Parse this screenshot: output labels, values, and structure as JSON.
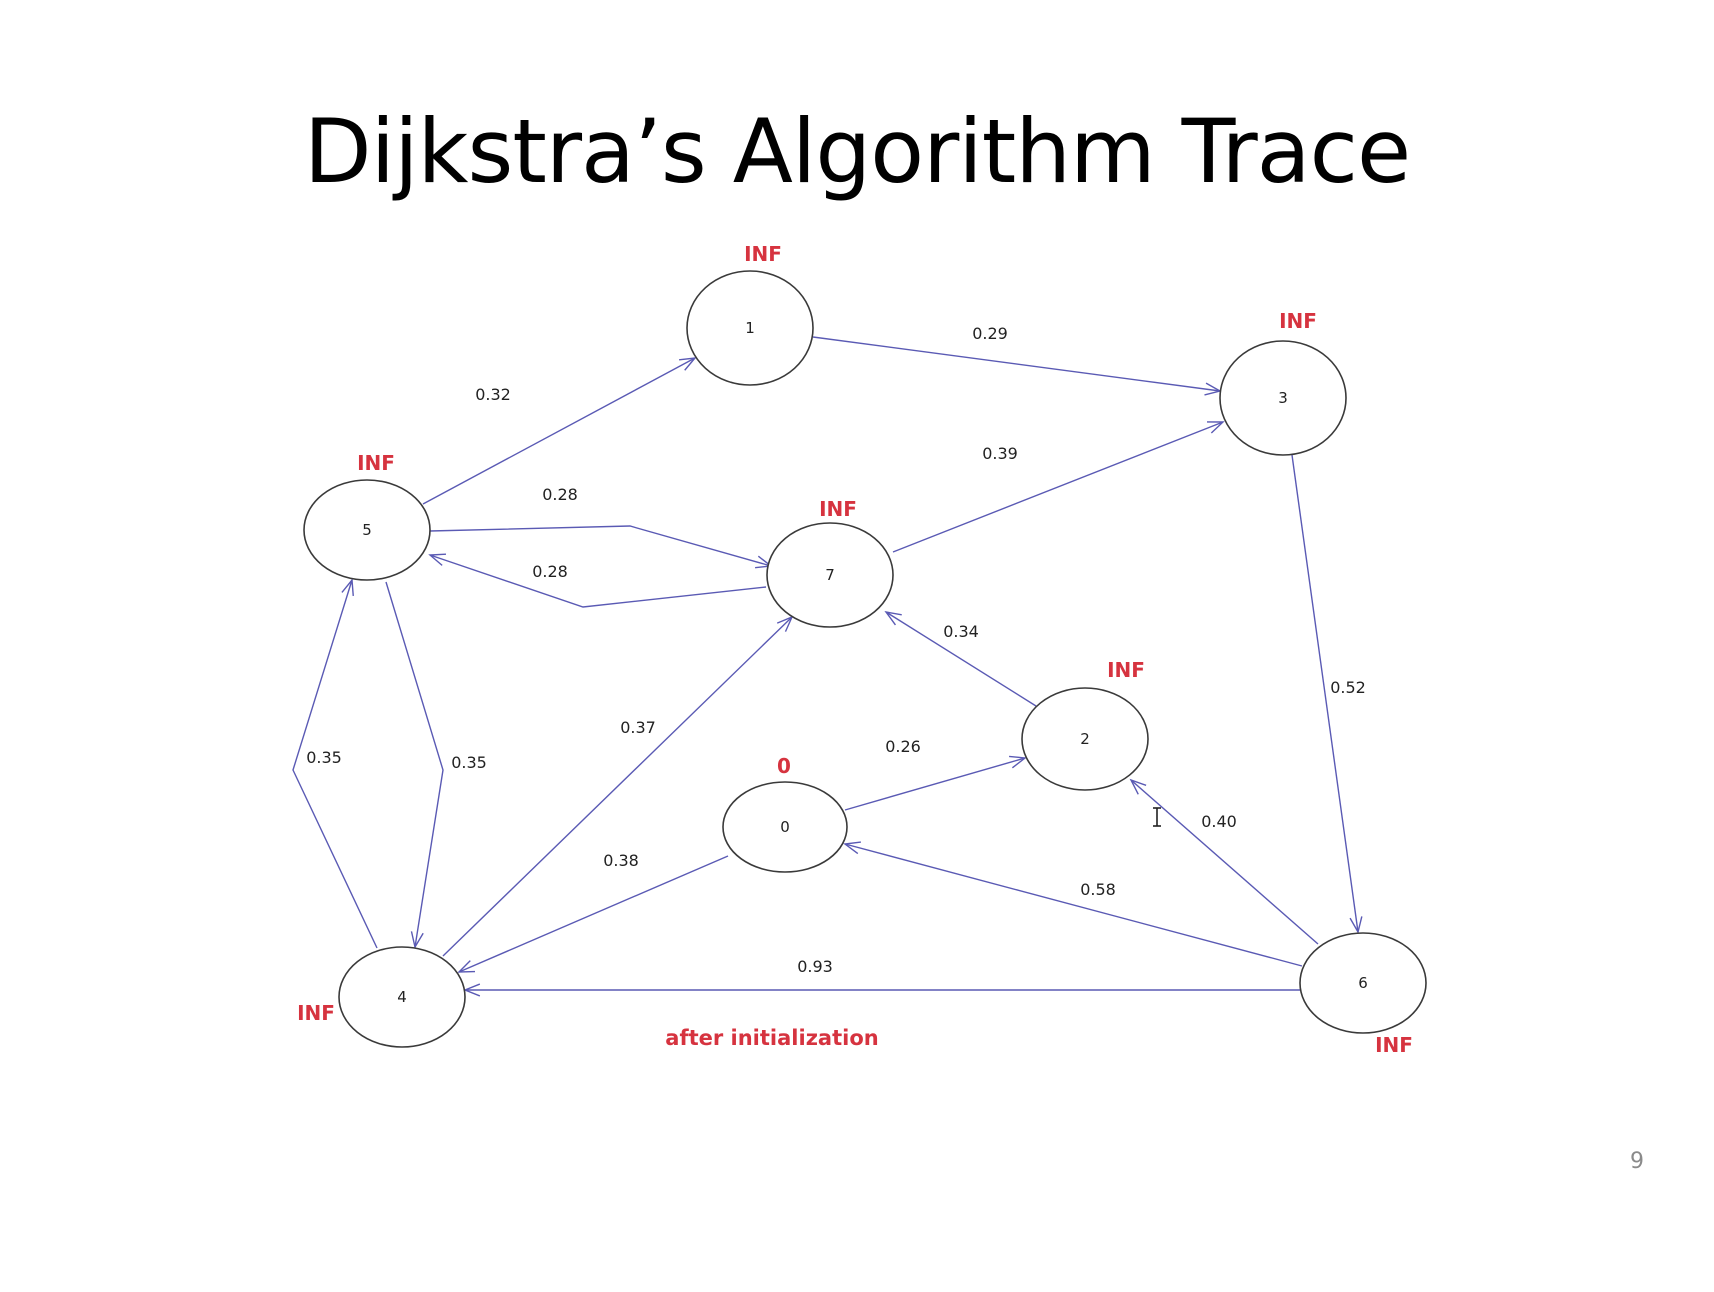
{
  "slide": {
    "title": "Dijkstra’s Algorithm Trace",
    "caption": "after initialization",
    "page_number": "9"
  },
  "colors": {
    "edge": "#5a5ab4",
    "node_stroke": "#3a3a3a",
    "distance_label": "#d6333f",
    "text": "#222222"
  },
  "graph": {
    "nodes": [
      {
        "id": "0",
        "label": "0",
        "distance": "0"
      },
      {
        "id": "1",
        "label": "1",
        "distance": "INF"
      },
      {
        "id": "2",
        "label": "2",
        "distance": "INF"
      },
      {
        "id": "3",
        "label": "3",
        "distance": "INF"
      },
      {
        "id": "4",
        "label": "4",
        "distance": "INF"
      },
      {
        "id": "5",
        "label": "5",
        "distance": "INF"
      },
      {
        "id": "6",
        "label": "6",
        "distance": "INF"
      },
      {
        "id": "7",
        "label": "7",
        "distance": "INF"
      }
    ],
    "edges": [
      {
        "id": "5-1",
        "from": "5",
        "to": "1",
        "weight": "0.32"
      },
      {
        "id": "1-3",
        "from": "1",
        "to": "3",
        "weight": "0.29"
      },
      {
        "id": "7-3",
        "from": "7",
        "to": "3",
        "weight": "0.39"
      },
      {
        "id": "5-7",
        "from": "5",
        "to": "7",
        "weight": "0.28"
      },
      {
        "id": "7-5",
        "from": "7",
        "to": "5",
        "weight": "0.28"
      },
      {
        "id": "2-7",
        "from": "2",
        "to": "7",
        "weight": "0.34"
      },
      {
        "id": "3-6",
        "from": "3",
        "to": "6",
        "weight": "0.52"
      },
      {
        "id": "4-5",
        "from": "4",
        "to": "5",
        "weight": "0.35"
      },
      {
        "id": "5-4",
        "from": "5",
        "to": "4",
        "weight": "0.35"
      },
      {
        "id": "4-7",
        "from": "4",
        "to": "7",
        "weight": "0.37"
      },
      {
        "id": "0-2",
        "from": "0",
        "to": "2",
        "weight": "0.26"
      },
      {
        "id": "0-4",
        "from": "0",
        "to": "4",
        "weight": "0.38"
      },
      {
        "id": "6-2",
        "from": "6",
        "to": "2",
        "weight": "0.40"
      },
      {
        "id": "6-0",
        "from": "6",
        "to": "0",
        "weight": "0.58"
      },
      {
        "id": "6-4",
        "from": "6",
        "to": "4",
        "weight": "0.93"
      }
    ]
  }
}
